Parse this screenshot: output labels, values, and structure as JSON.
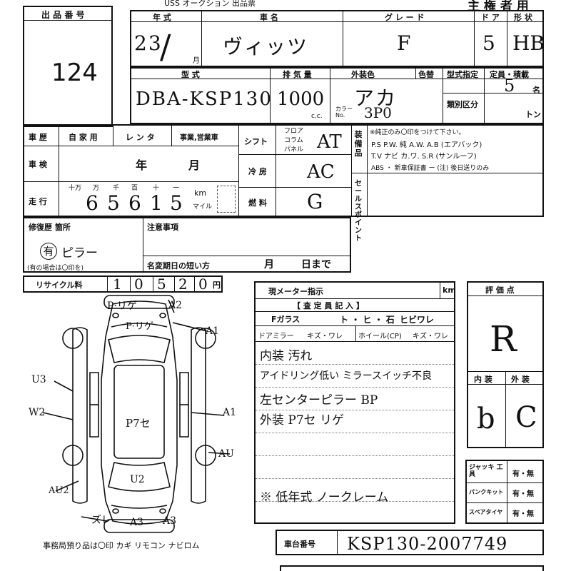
{
  "header": {
    "top_text": "USS オークション 出品票",
    "owner_label": "主 権 者 用"
  },
  "lot": {
    "label": "出 品 番 号",
    "number": "124"
  },
  "vehicle": {
    "year_label": "年 式",
    "year_value": "23",
    "month_suffix": "月",
    "name_label": "車 名",
    "name_value": "ヴィッツ",
    "grade_label": "グ レ ー ド",
    "grade_value": "F",
    "doors_label": "ド ア",
    "doors_value": "5",
    "shape_label": "形 状",
    "shape_value": "HB",
    "model_label": "型 式",
    "model_value": "DBA-KSP130",
    "displacement_label": "排 気 量",
    "displacement_value": "1000",
    "cc_unit": "c.c.",
    "exterior_color_label": "外装色",
    "exterior_color_value": "アカ",
    "color_change_label": "色替",
    "color_no_label": "カラー No.",
    "color_no_value": "3P0",
    "type_designation_label": "型式指定",
    "class_label": "類別区分",
    "capacity_label": "定員・積載",
    "capacity_value": "5",
    "capacity_unit": "名",
    "ton_unit": "トン"
  },
  "history": {
    "label": "車 歴",
    "options": [
      "自 家 用",
      "レ ン タ",
      "事業,営業車"
    ],
    "inspection_label": "車 検",
    "year_unit": "年",
    "month_unit": "月",
    "mileage_label": "走 行",
    "digit_headers": [
      "十万",
      "万",
      "千",
      "百",
      "十",
      "一"
    ],
    "mileage_digits": [
      "",
      "6",
      "5",
      "6",
      "1",
      "5"
    ],
    "km_unit": "km",
    "mile_unit": "マイル"
  },
  "drive": {
    "shift_label": "シフト",
    "shift_options": [
      "フロア",
      "コラム",
      "パネル"
    ],
    "shift_value": "AT",
    "ac_label": "冷 房",
    "ac_value": "AC",
    "fuel_label": "燃 料",
    "fuel_value": "G"
  },
  "equipment": {
    "label": "装備品",
    "note": "※純正のみ〇印をつけて下さい。",
    "line1": "P.S  P.W.  純 A.W.  A.B (エアバック)",
    "line2": "T.V  ナビ  カ.ワ.  S.R (サンルーフ)",
    "line3": "ABS  ・ 新車保証書 ー (注) 後日送りのみ",
    "sales_point_label": "セールスポイント"
  },
  "repair": {
    "label": "修復歴 箇所",
    "value_circled": "有",
    "value_note": "ピラー",
    "sub_note": "(有の場合は〇印を)",
    "remarks_label": "注意事項",
    "name_change_label": "名変期日の短い方",
    "month_unit": "月",
    "day_unit": "日まで"
  },
  "recycle": {
    "label": "リサイクル料",
    "digits": [
      "1",
      "0",
      "5",
      "2",
      "0"
    ],
    "unit": "円"
  },
  "inspector": {
    "meter_label": "現メーター指示",
    "km_unit": "km",
    "title": "【 査 定 員 記 入 】",
    "glass_label": "Fガラス",
    "glass_marks": "ト ・ ヒ ・ 石",
    "glass_crack": "ヒビワレ",
    "mirror_label": "ドアミラー",
    "mirror_values": "キズ・ワレ",
    "wheel_label": "ホイール(CP)",
    "wheel_values": "キズ・ワレ",
    "notes": [
      "内装 汚れ",
      "アイドリング低い  ミラースイッチ不良",
      "左センターピラー BP",
      "外装 P7セ リゲ",
      "",
      "※ 低年式 ノークレーム"
    ]
  },
  "rating": {
    "label": "評 価 点",
    "overall": "R",
    "interior_label": "内 装",
    "interior_value": "b",
    "exterior_label": "外 装",
    "exterior_value": "C"
  },
  "tools": {
    "rows": [
      {
        "label": "ジャッキ 工具",
        "value": "有・無"
      },
      {
        "label": "パンクキット",
        "value": "有・無"
      },
      {
        "label": "スペアタイヤ",
        "value": "有・無"
      }
    ]
  },
  "chassis": {
    "label": "車台番号",
    "value": "KSP130-2007749"
  },
  "diagram": {
    "marks": [
      "P·リゲ",
      "A2",
      "P·リゲ",
      "A1",
      "U3",
      "W2",
      "P7セ",
      "A1",
      "AU",
      "U2",
      "AU2",
      "ズレ",
      "A3",
      "A3"
    ],
    "footer": "事務局預り品は〇印   カギ  リモコン  ナビロム"
  }
}
